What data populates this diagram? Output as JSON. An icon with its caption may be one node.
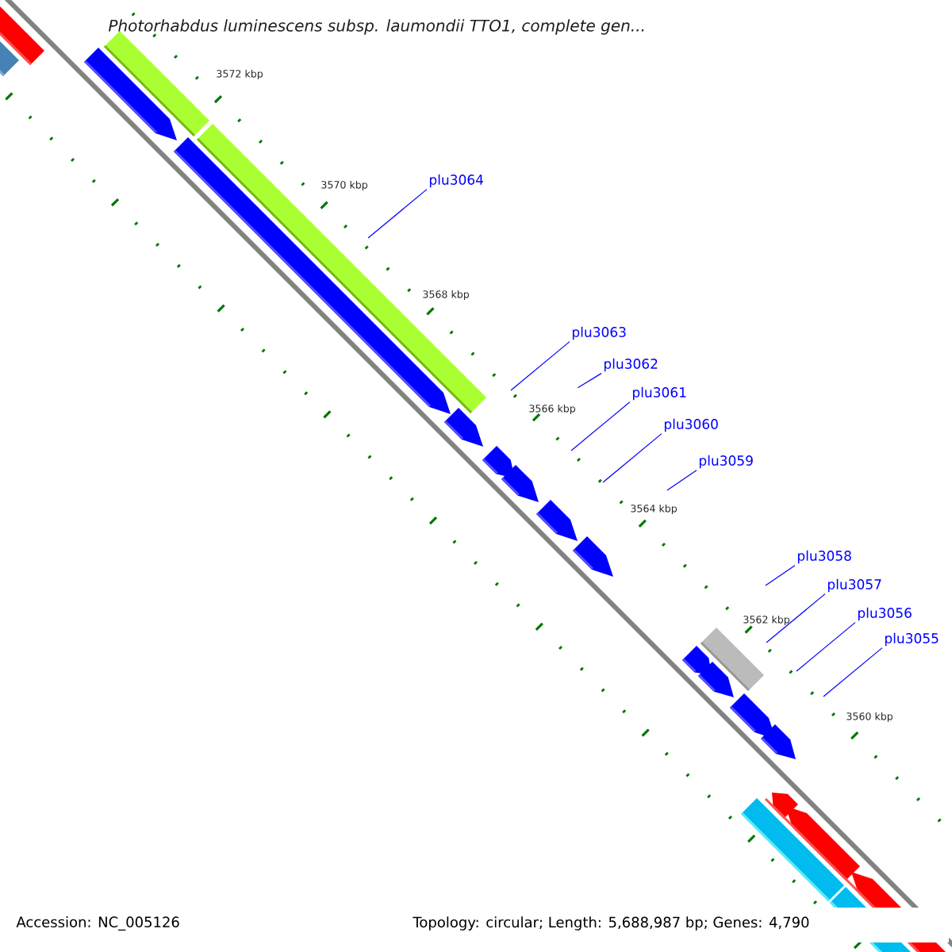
{
  "diagram": {
    "title": "Photorhabdus luminescens subsp. laumondii TTO1, complete gen...",
    "nodes": [
      {
        "text": [
          "plu3064"
        ]
      },
      {
        "text": [
          "plu3063"
        ]
      },
      {
        "text": [
          "plu3062"
        ]
      },
      {
        "text": [
          "plu3061"
        ]
      },
      {
        "text": [
          "plu3060"
        ]
      },
      {
        "text": [
          "plu3059"
        ]
      },
      {
        "text": [
          "plu3058"
        ]
      },
      {
        "text": [
          "plu3057"
        ]
      },
      {
        "text": [
          "plu3056"
        ]
      },
      {
        "text": [
          "plu3055"
        ]
      }
    ],
    "edges": [
      {
        "from": 0,
        "to": null,
        "arrow": "none"
      },
      {
        "from": 1,
        "to": null,
        "arrow": "none"
      },
      {
        "from": 2,
        "to": null,
        "arrow": "none"
      },
      {
        "from": 3,
        "to": null,
        "arrow": "none"
      },
      {
        "from": 4,
        "to": null,
        "arrow": "none"
      },
      {
        "from": 5,
        "to": null,
        "arrow": "none"
      },
      {
        "from": 6,
        "to": null,
        "arrow": "none"
      },
      {
        "from": 7,
        "to": null,
        "arrow": "none"
      },
      {
        "from": 8,
        "to": null,
        "arrow": "none"
      },
      {
        "from": 9,
        "to": null,
        "arrow": "none"
      }
    ],
    "labels": [
      "3572 kbp",
      "3570 kbp",
      "3568 kbp",
      "3566 kbp",
      "3564 kbp",
      "3562 kbp",
      "3560 kbp",
      "Accession: NC_005126",
      "Topology: circular; Length: 5,688,987 bp; Genes: 4,790"
    ]
  }
}
